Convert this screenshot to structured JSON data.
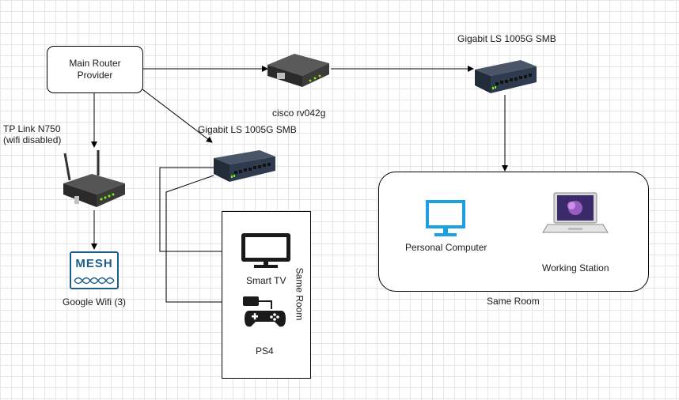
{
  "nodes": {
    "main_router": "Main Router\nProvider",
    "tp_link": "TP Link N750\n(wifi disabled)",
    "cisco": "cisco rv042g",
    "switch_top": "Gigabit LS 1005G SMB",
    "switch_mid": "Gigabit LS 1005G SMB",
    "mesh_icon_text": "MESH",
    "google_wifi": "Google Wifi (3)",
    "smart_tv": "Smart TV",
    "ps4": "PS4",
    "same_room_vertical": "Same Room",
    "personal_computer": "Personal Computer",
    "working_station": "Working Station",
    "same_room_group": "Same Room"
  },
  "colors": {
    "edge": "#000000",
    "monitor": "#1ba1e2",
    "switch_body": "#2e3b4e",
    "router_body": "#2a2a2a"
  },
  "icons": {
    "router": "router-icon",
    "switch": "switch-icon",
    "mesh": "mesh-icon",
    "tv": "tv-icon",
    "gamepad": "gamepad-icon",
    "monitor": "monitor-icon",
    "laptop": "laptop-icon"
  }
}
